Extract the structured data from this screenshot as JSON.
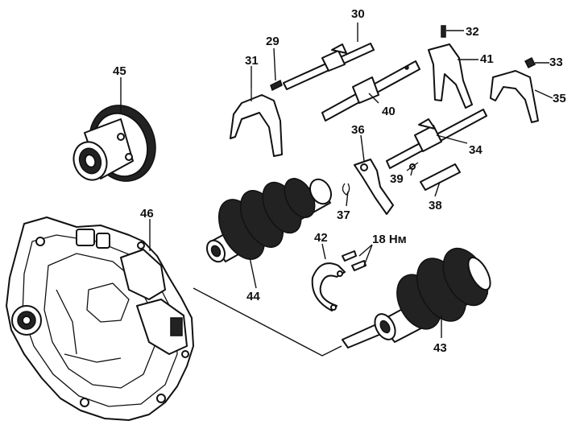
{
  "labels": {
    "p29": "29",
    "p30": "30",
    "p31": "31",
    "p32": "32",
    "p33": "33",
    "p34": "34",
    "p35": "35",
    "p36": "36",
    "p37": "37",
    "p38": "38",
    "p39": "39",
    "p40": "40",
    "p41": "41",
    "p42": "42",
    "p43": "43",
    "p44": "44",
    "p45": "45",
    "p46": "46",
    "torque": "18 Нм"
  },
  "colors": {
    "ink": "#111111",
    "background": "#ffffff"
  }
}
